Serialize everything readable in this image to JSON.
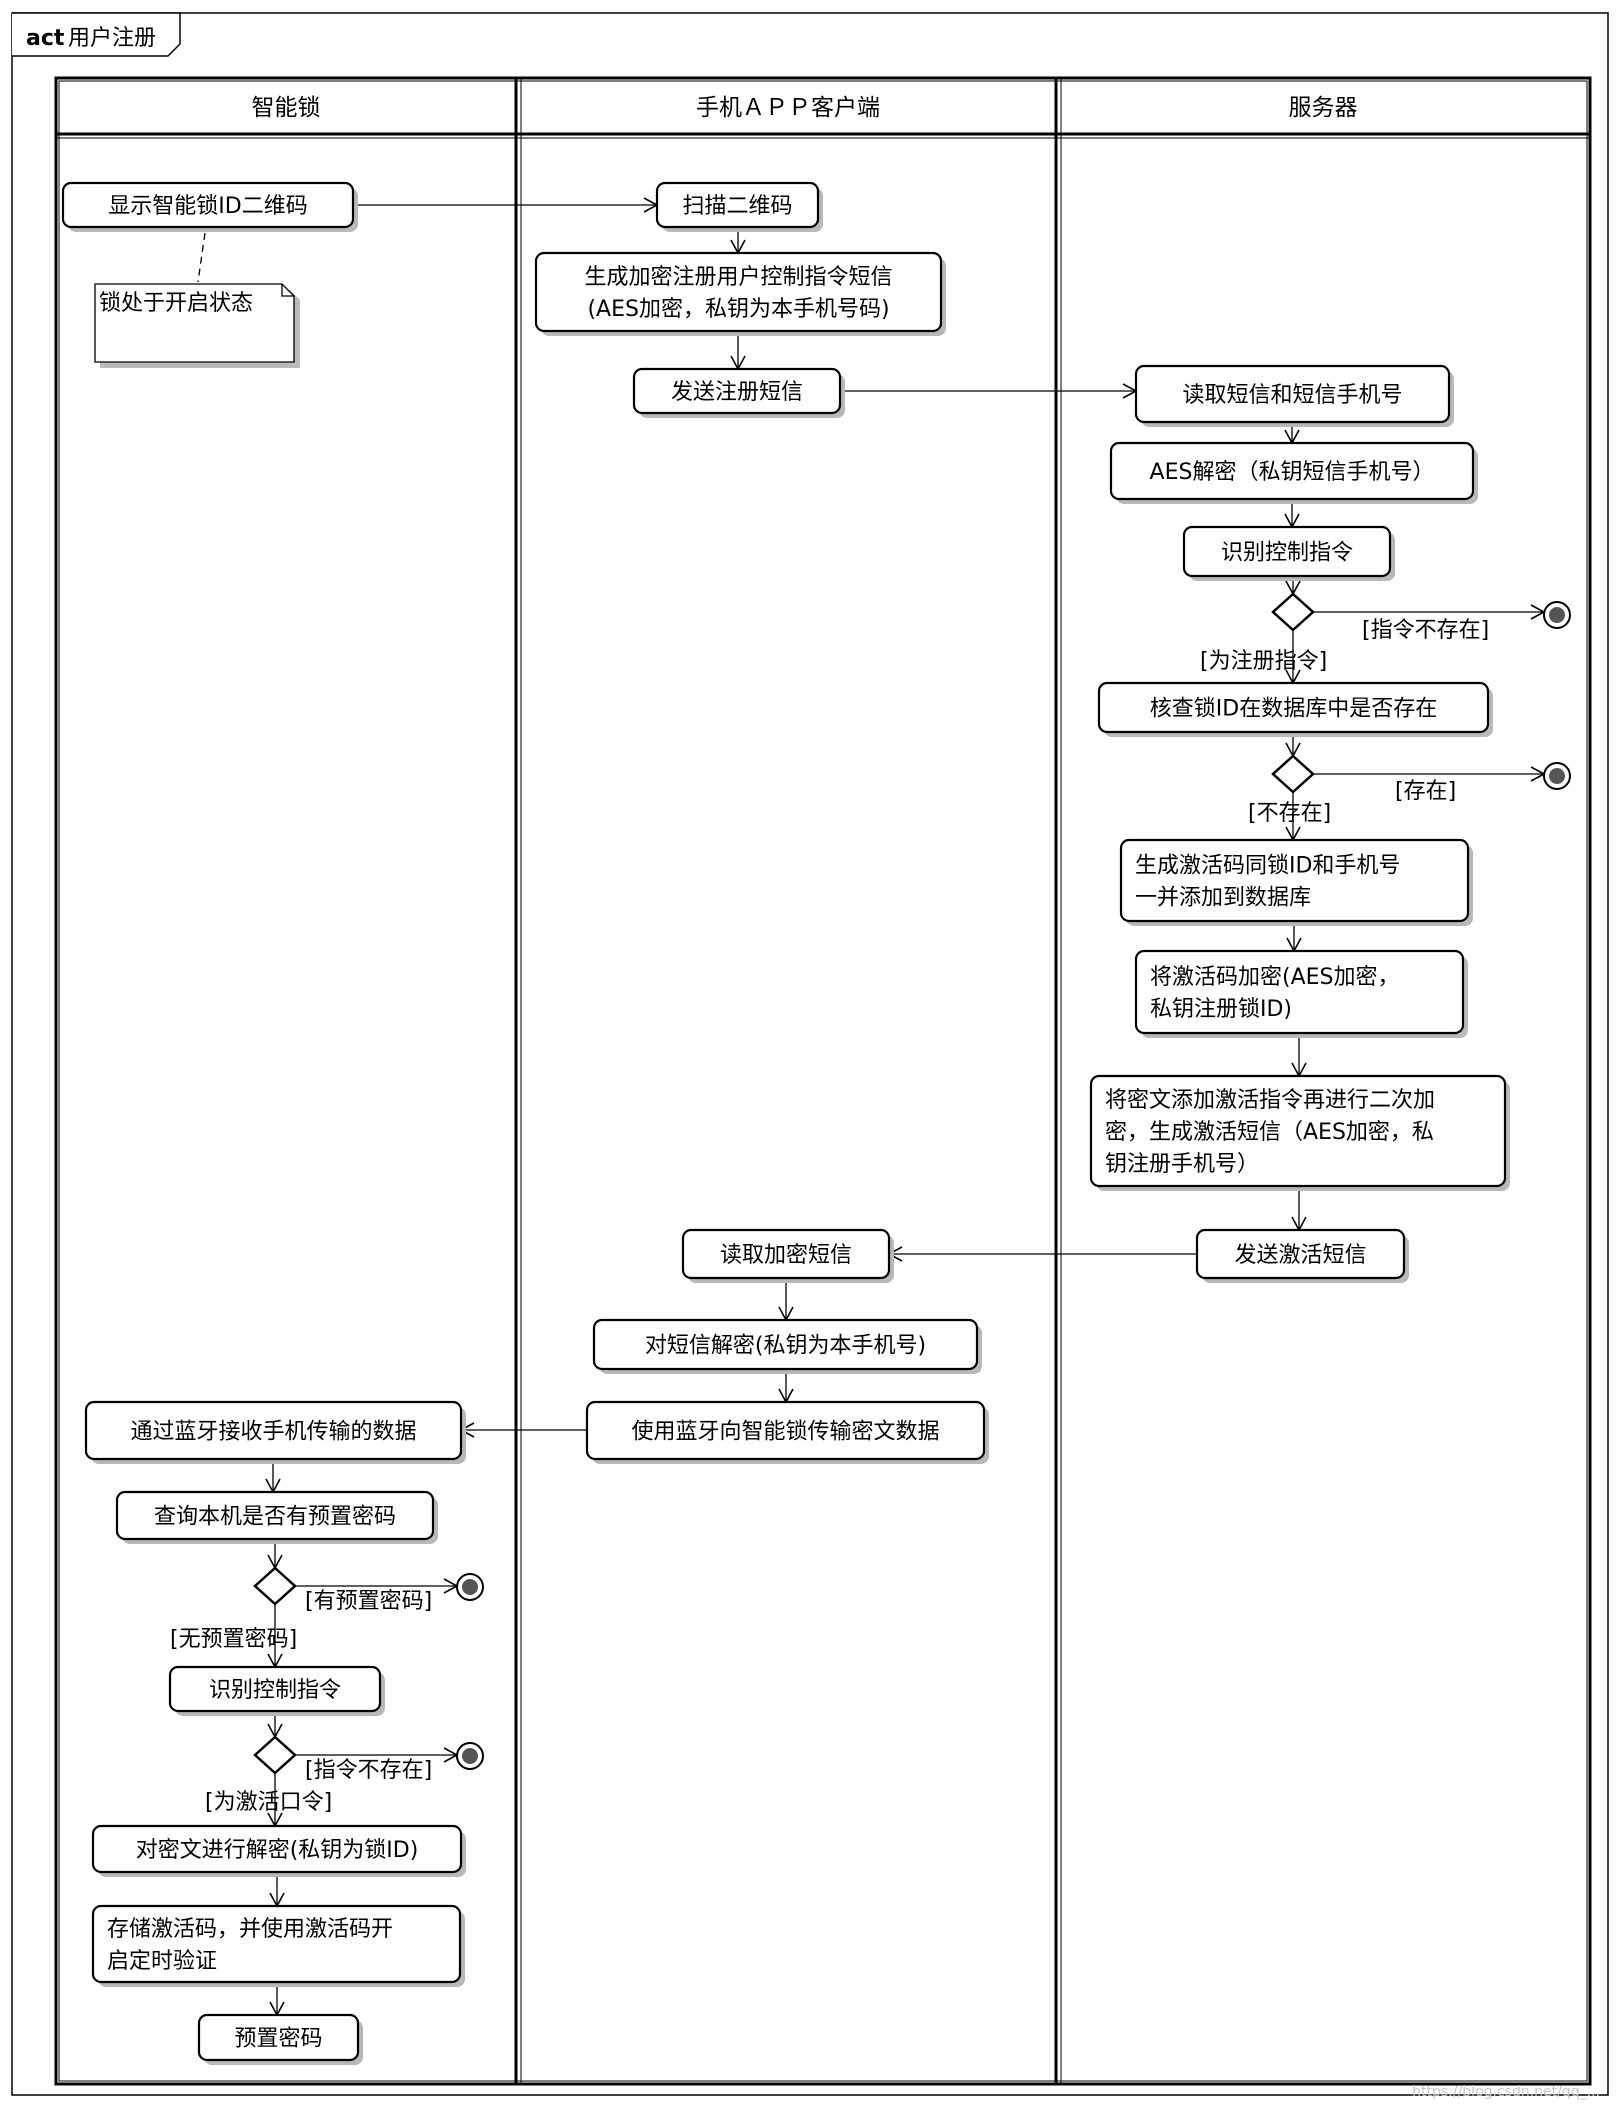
{
  "frame": {
    "keyword": "act",
    "title": "用户注册"
  },
  "lanes": [
    {
      "id": "lock",
      "title": "智能锁"
    },
    {
      "id": "app",
      "title": "手机ＡＰＰ客户端"
    },
    {
      "id": "server",
      "title": "服务器"
    }
  ],
  "actions": [
    {
      "id": "show_qr",
      "lines": [
        "显示智能锁ID二维码"
      ]
    },
    {
      "id": "scan_qr",
      "lines": [
        "扫描二维码"
      ]
    },
    {
      "id": "gen_sms",
      "lines": [
        "生成加密注册用户控制指令短信",
        "(AES加密，私钥为本手机号码)"
      ]
    },
    {
      "id": "send_sms",
      "lines": [
        "发送注册短信"
      ]
    },
    {
      "id": "read_sms",
      "lines": [
        "读取短信和短信手机号"
      ]
    },
    {
      "id": "aes_decrypt",
      "lines": [
        "AES解密（私钥短信手机号）"
      ]
    },
    {
      "id": "recog_cmd_s",
      "lines": [
        "识别控制指令"
      ]
    },
    {
      "id": "check_id",
      "lines": [
        "核查锁ID在数据库中是否存在"
      ]
    },
    {
      "id": "gen_code",
      "lines": [
        "生成激活码同锁ID和手机号",
        "一并添加到数据库"
      ]
    },
    {
      "id": "enc_code",
      "lines": [
        "将激活码加密(AES加密，",
        "私钥注册锁ID)"
      ]
    },
    {
      "id": "second_enc",
      "lines": [
        "将密文添加激活指令再进行二次加",
        "密，生成激活短信（AES加密，私",
        "钥注册手机号）"
      ]
    },
    {
      "id": "send_act",
      "lines": [
        "发送激活短信"
      ]
    },
    {
      "id": "read_enc",
      "lines": [
        "读取加密短信"
      ]
    },
    {
      "id": "dec_sms",
      "lines": [
        "对短信解密(私钥为本手机号)"
      ]
    },
    {
      "id": "bt_send",
      "lines": [
        "使用蓝牙向智能锁传输密文数据"
      ]
    },
    {
      "id": "bt_recv",
      "lines": [
        "通过蓝牙接收手机传输的数据"
      ]
    },
    {
      "id": "query_pwd",
      "lines": [
        "查询本机是否有预置密码"
      ]
    },
    {
      "id": "recog_cmd_l",
      "lines": [
        "识别控制指令"
      ]
    },
    {
      "id": "dec_cipher",
      "lines": [
        "对密文进行解密(私钥为锁ID)"
      ]
    },
    {
      "id": "store_code",
      "lines": [
        "存储激活码，并使用激活码开",
        "启定时验证"
      ]
    },
    {
      "id": "preset_pwd",
      "lines": [
        "预置密码"
      ]
    }
  ],
  "note": {
    "text": "锁处于开启状态"
  },
  "guards": {
    "cmd_not_exist_s": "[指令不存在]",
    "is_register_cmd": "[为注册指令]",
    "exists": "[存在]",
    "not_exists": "[不存在]",
    "has_preset": "[有预置密码]",
    "no_preset": "[无预置密码]",
    "cmd_not_exist_l": "[指令不存在]",
    "is_activate_cmd": "[为激活口令]"
  },
  "watermark": "https://blog.csdn.net/qq_..."
}
